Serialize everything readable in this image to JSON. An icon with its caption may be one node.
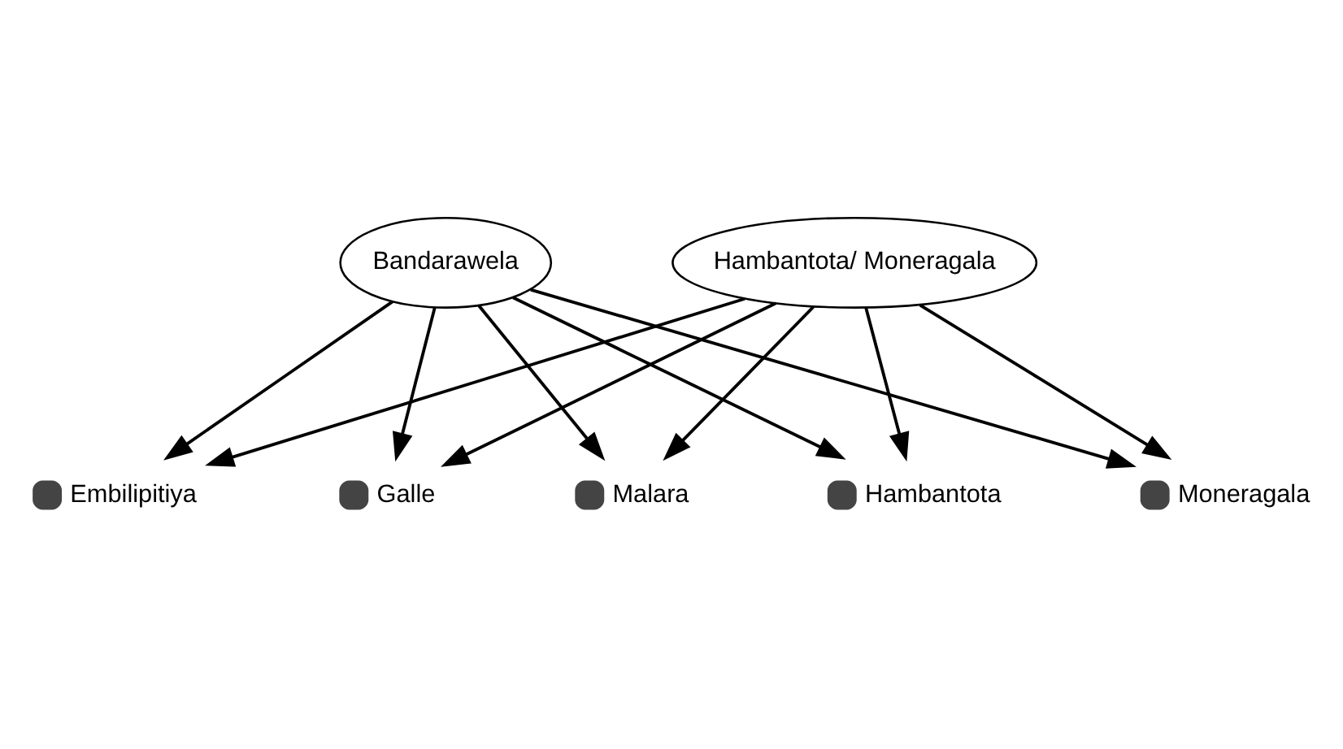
{
  "diagram": {
    "nodes": [
      {
        "text": [
          "Bandarawela"
        ]
      },
      {
        "text": [
          "Moneragala"
        ]
      },
      {
        "text": [
          "Embilipitiya"
        ]
      },
      {
        "text": [
          "Galle"
        ]
      },
      {
        "text": [
          "Hambantota/ Moneragala"
        ]
      },
      {
        "text": [
          "Malara"
        ]
      },
      {
        "text": [
          "Hambantota"
        ]
      }
    ],
    "edges": [
      {
        "from": 0,
        "to": 3,
        "arrow": "to"
      },
      {
        "from": 0,
        "to": 5,
        "arrow": "to"
      },
      {
        "from": 0,
        "to": 2,
        "arrow": "to"
      },
      {
        "from": 0,
        "to": 6,
        "arrow": "to"
      },
      {
        "from": 0,
        "to": 1,
        "arrow": "to"
      },
      {
        "from": 4,
        "to": 1,
        "arrow": "to"
      },
      {
        "from": 4,
        "to": 2,
        "arrow": "to"
      },
      {
        "from": 4,
        "to": 3,
        "arrow": "to"
      },
      {
        "from": 4,
        "to": 5,
        "arrow": "to"
      },
      {
        "from": 4,
        "to": 6,
        "arrow": "to"
      }
    ]
  }
}
